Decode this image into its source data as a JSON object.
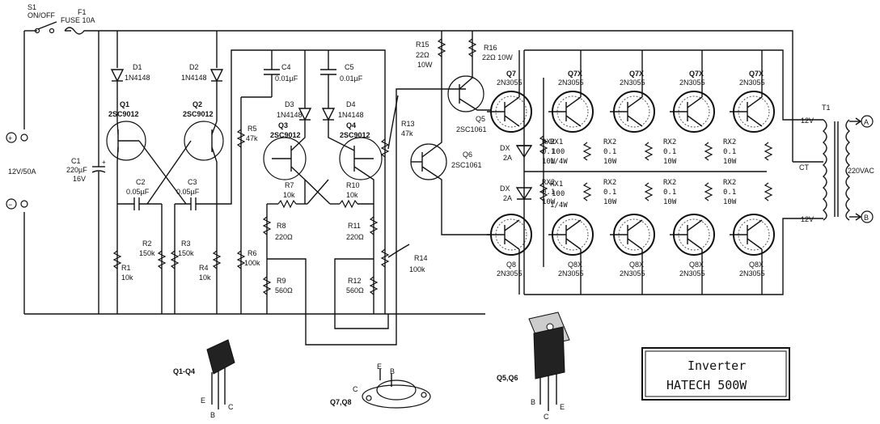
{
  "switch": {
    "ref": "S1",
    "name": "ON/OFF"
  },
  "fuse": {
    "ref": "F1",
    "name": "FUSE 10A"
  },
  "supply": {
    "plus": "+",
    "minus": "−",
    "rating": "12V/50A"
  },
  "c1": {
    "ref": "C1",
    "value": "220µF",
    "volt": "16V"
  },
  "d1": {
    "ref": "D1",
    "value": "1N4148"
  },
  "d2": {
    "ref": "D2",
    "value": "1N4148"
  },
  "d3": {
    "ref": "D3",
    "value": "1N4148"
  },
  "d4": {
    "ref": "D4",
    "value": "1N4148"
  },
  "q1": {
    "ref": "Q1",
    "value": "2SC9012"
  },
  "q2": {
    "ref": "Q2",
    "value": "2SC9012"
  },
  "q3": {
    "ref": "Q3",
    "value": "2SC9012"
  },
  "q4": {
    "ref": "Q4",
    "value": "2SC9012"
  },
  "q5": {
    "ref": "Q5",
    "value": "2SC1061"
  },
  "q6": {
    "ref": "Q6",
    "value": "2SC1061"
  },
  "c2": {
    "ref": "C2",
    "value": "0.05µF"
  },
  "c3": {
    "ref": "C3",
    "value": "0.05µF"
  },
  "c4": {
    "ref": "C4",
    "value": "0.01µF"
  },
  "c5": {
    "ref": "C5",
    "value": "0.01µF"
  },
  "r1": {
    "ref": "R1",
    "value": "10k"
  },
  "r2": {
    "ref": "R2",
    "value": "150k"
  },
  "r3": {
    "ref": "R3",
    "value": "150k"
  },
  "r4": {
    "ref": "R4",
    "value": "10k"
  },
  "r5": {
    "ref": "R5",
    "value": "47k"
  },
  "r6": {
    "ref": "R6",
    "value": "100k"
  },
  "r7": {
    "ref": "R7",
    "value": "10k"
  },
  "r8": {
    "ref": "R8",
    "value": "220Ω"
  },
  "r9": {
    "ref": "R9",
    "value": "560Ω"
  },
  "r10": {
    "ref": "R10",
    "value": "10k"
  },
  "r11": {
    "ref": "R11",
    "value": "220Ω"
  },
  "r12": {
    "ref": "R12",
    "value": "560Ω"
  },
  "r13": {
    "ref": "R13",
    "value": "47k"
  },
  "r14": {
    "ref": "R14",
    "value": "100k"
  },
  "r15": {
    "ref": "R15",
    "value": "22Ω",
    "power": "10W"
  },
  "r16": {
    "ref": "R16",
    "value": "22Ω 10W"
  },
  "q7": {
    "ref": "Q7",
    "value": "2N3055"
  },
  "q7x": {
    "ref": "Q7X",
    "value": "2N3055"
  },
  "q8": {
    "ref": "Q8",
    "value": "2N3055"
  },
  "q8x": {
    "ref": "Q8X",
    "value": "2N3055"
  },
  "dx": {
    "ref": "DX",
    "value": "2A"
  },
  "rx1": {
    "ref": "RX1",
    "value": "100",
    "power": "1/4W"
  },
  "rx2": {
    "ref": "RX2",
    "value": "0.1",
    "power": "10W"
  },
  "transformer": {
    "ref": "T1",
    "top": "12V",
    "center": "CT",
    "bottom": "12V",
    "output": "220VAC",
    "term_a": "A",
    "term_b": "B"
  },
  "packages": {
    "q1_q4": "Q1-Q4",
    "q7_q8": "Q7,Q8",
    "q5_q6": "Q5,Q6",
    "pin_e": "E",
    "pin_b": "B",
    "pin_c": "C"
  },
  "title_box": {
    "line1": "Inverter",
    "line2": "HATECH 500W"
  }
}
